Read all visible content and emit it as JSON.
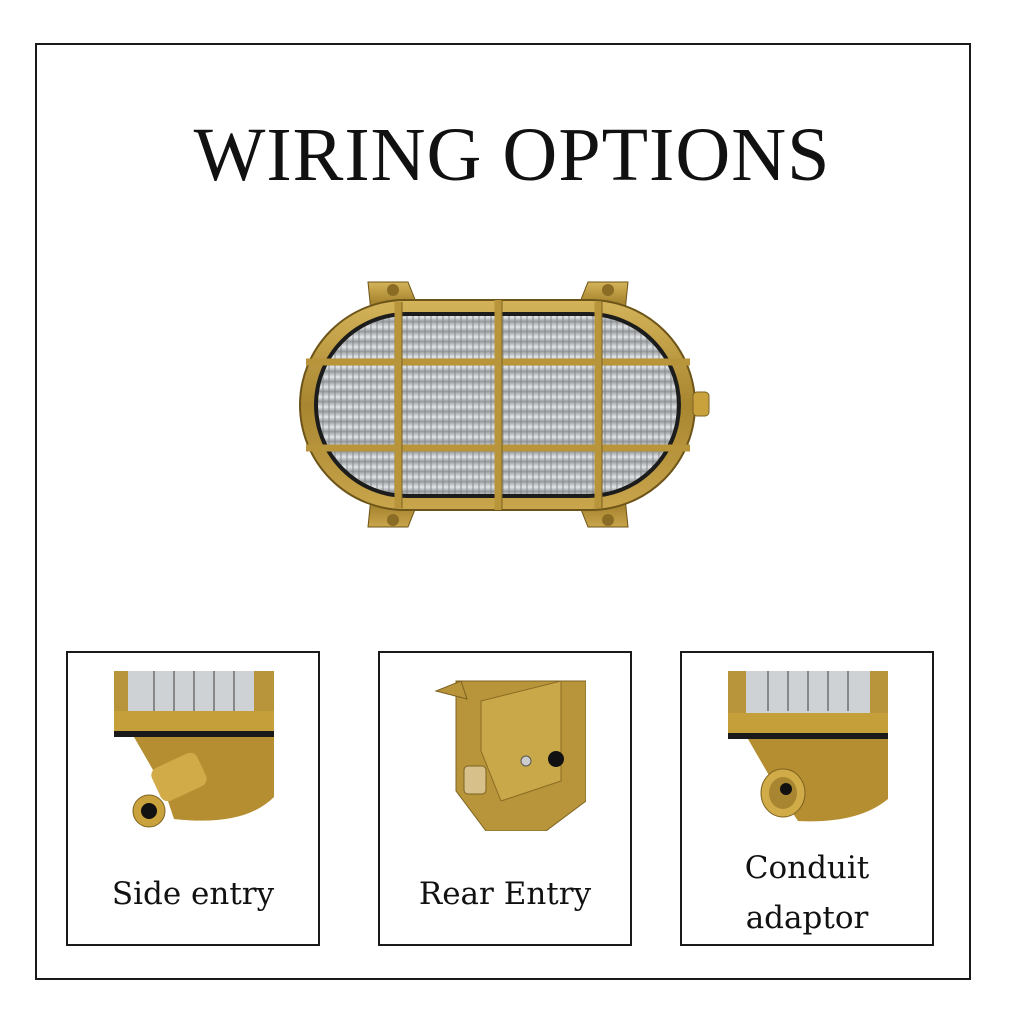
{
  "title": "WIRING OPTIONS",
  "hero": {
    "subject": "oval brass bulkhead light with cage and ribbed glass",
    "image_icon": "bulkhead-lamp-icon"
  },
  "options": [
    {
      "label": "Side entry",
      "image_icon": "cable-gland-icon"
    },
    {
      "label": "Rear Entry",
      "image_icon": "rear-entry-base-icon"
    },
    {
      "label_line1": "Conduit",
      "label_line2": "adaptor",
      "image_icon": "conduit-adaptor-icon"
    }
  ],
  "colors": {
    "brass": "#b8953a",
    "brass_dark": "#7d6221",
    "glass": "#c9ccd0",
    "frame": "#1a1a1a",
    "text": "#111111",
    "background": "#ffffff"
  }
}
